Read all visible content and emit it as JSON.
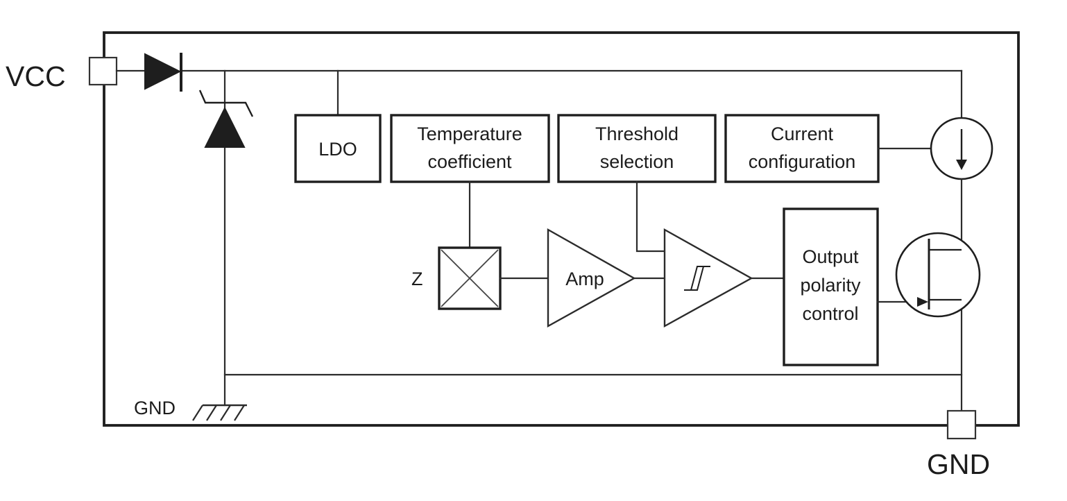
{
  "pins": {
    "vcc": "VCC",
    "gnd": "GND"
  },
  "internal_gnd": "GND",
  "blocks": {
    "ldo": [
      "LDO"
    ],
    "temperature_coefficient": [
      "Temperature",
      "coefficient"
    ],
    "threshold_selection": [
      "Threshold",
      "selection"
    ],
    "current_configuration": [
      "Current",
      "configuration"
    ],
    "output_polarity_control": [
      "Output",
      "polarity",
      "control"
    ]
  },
  "sensor_label": "Z",
  "amplifier_label": "Amp",
  "icons": {
    "reverse_diode": "diode-icon",
    "zener_clamp": "zener-diode-icon",
    "hall_sensor": "hall-sensor-icon",
    "amplifier": "amplifier-icon",
    "comparator": "schmitt-trigger-comparator-icon",
    "current_source": "current-source-icon",
    "output_transistor": "mosfet-icon",
    "ground": "ground-symbol-icon"
  }
}
